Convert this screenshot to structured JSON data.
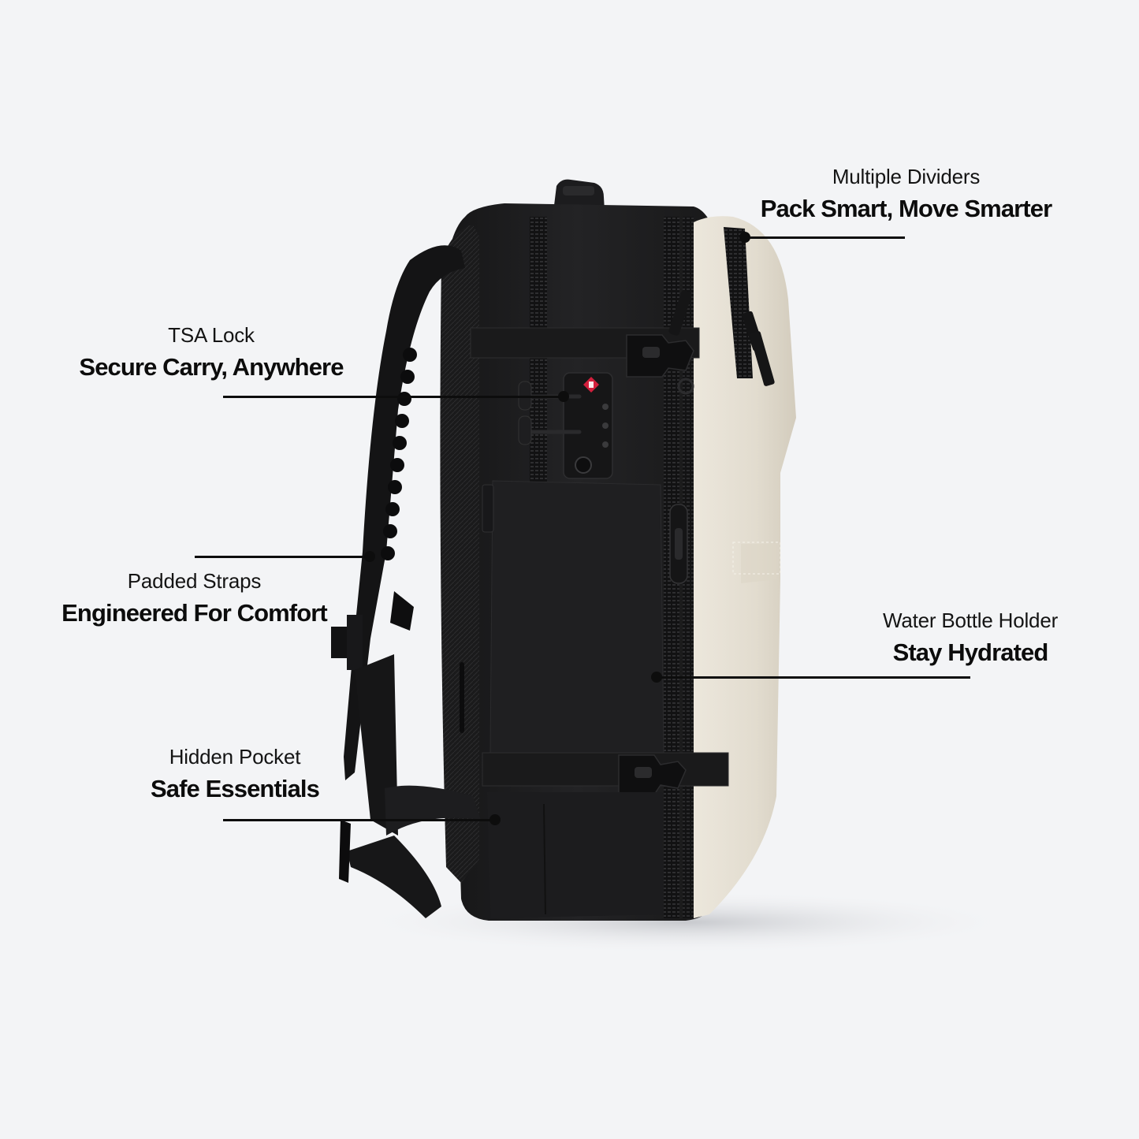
{
  "page": {
    "background_color": "#f3f4f6",
    "subject": "Backpack side profile (black body with cream shell)"
  },
  "product": {
    "colors": {
      "body": "#1d1d1f",
      "body_dark": "#111112",
      "shell": "#e3ddd0",
      "shell_shadow": "#cfc8b8",
      "tsa_badge": "#d21f3c"
    }
  },
  "callouts": [
    {
      "id": "multiple-dividers",
      "label": "Multiple Dividers",
      "headline": "Pack Smart, Move Smarter",
      "side": "right"
    },
    {
      "id": "tsa-lock",
      "label": "TSA Lock",
      "headline": "Secure Carry, Anywhere",
      "side": "left"
    },
    {
      "id": "padded-straps",
      "label": "Padded Straps",
      "headline": "Engineered For Comfort",
      "side": "left"
    },
    {
      "id": "water-bottle-holder",
      "label": "Water Bottle Holder",
      "headline": "Stay Hydrated",
      "side": "right"
    },
    {
      "id": "hidden-pocket",
      "label": "Hidden Pocket",
      "headline": "Safe Essentials",
      "side": "left"
    }
  ]
}
